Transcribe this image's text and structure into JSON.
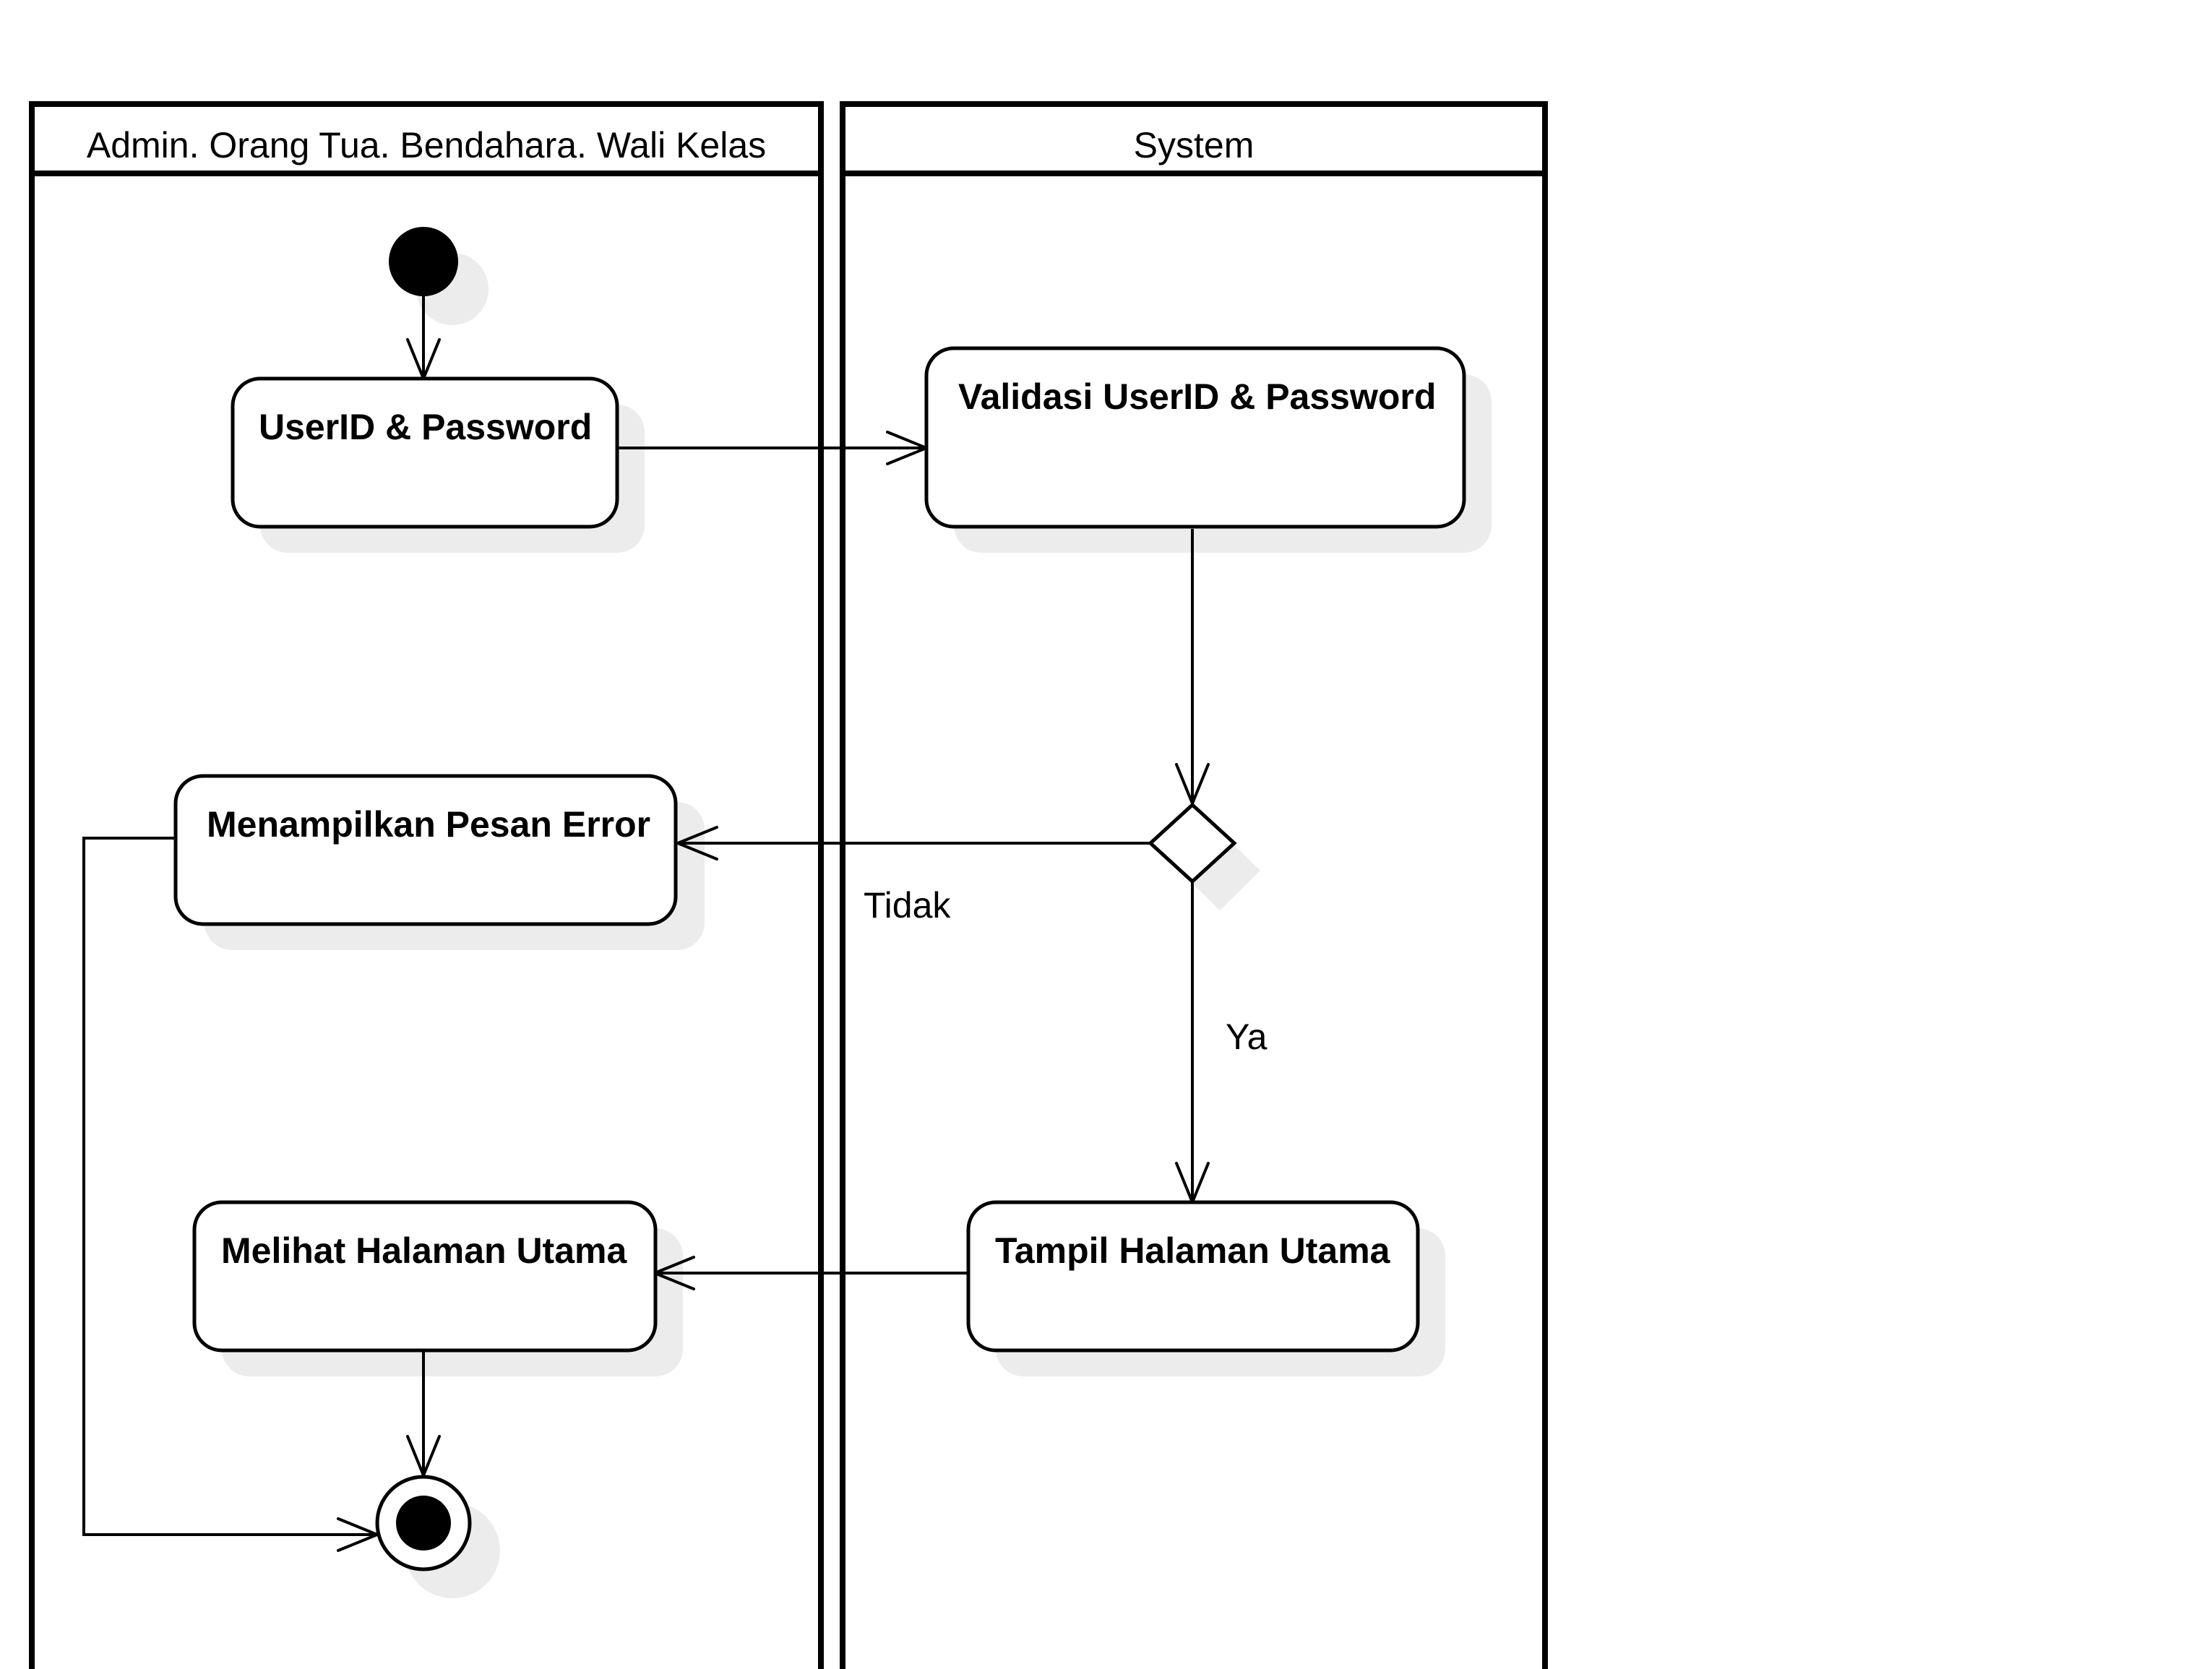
{
  "lanes": [
    {
      "title": "Admin. Orang Tua. Bendahara. Wali Kelas"
    },
    {
      "title": "System"
    }
  ],
  "nodes": {
    "userid_password": {
      "label": "UserID & Password"
    },
    "validasi": {
      "label": "Validasi UserID & Password"
    },
    "pesan_error": {
      "label": "Menampilkan Pesan Error"
    },
    "tampil_halaman": {
      "label": "Tampil Halaman Utama"
    },
    "melihat_halaman": {
      "label": "Melihat Halaman Utama"
    }
  },
  "guards": {
    "no": "Tidak",
    "yes": "Ya"
  }
}
